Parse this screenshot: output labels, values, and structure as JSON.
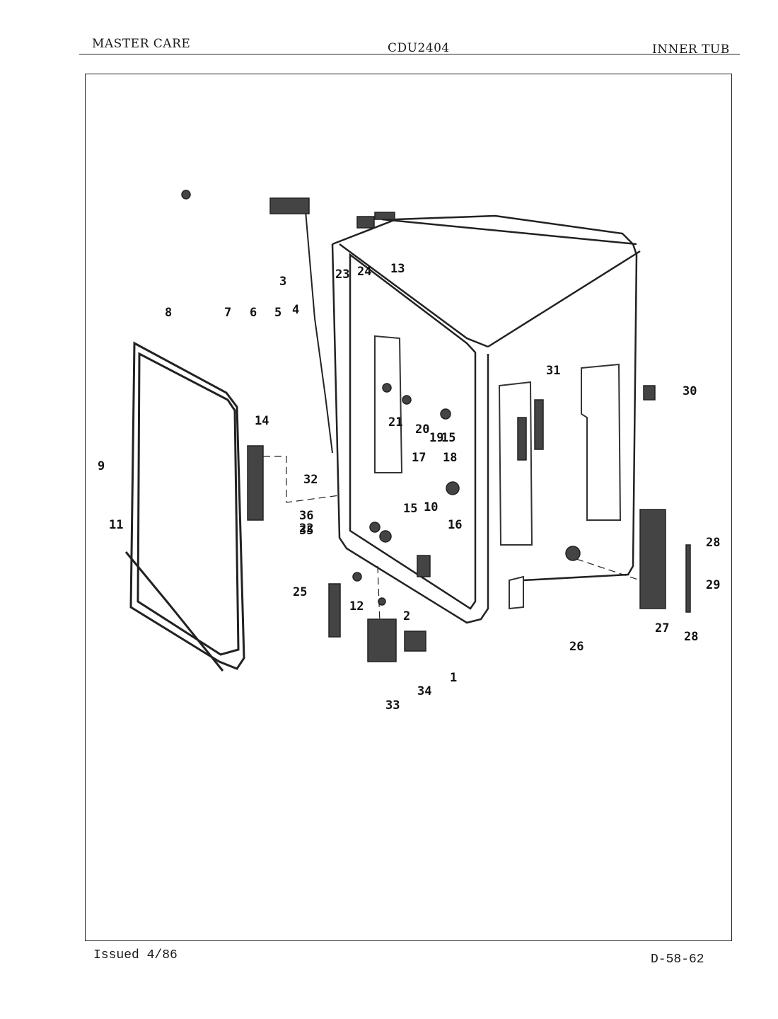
{
  "header": {
    "brand": "MASTER CARE",
    "model": "CDU2404",
    "section": "INNER TUB"
  },
  "footer": {
    "issued": "Issued 4/86",
    "code": "D-58-62"
  },
  "callouts": [
    "1",
    "2",
    "3",
    "4",
    "5",
    "6",
    "7",
    "8",
    "9",
    "10",
    "11",
    "12",
    "13",
    "14",
    "15",
    "15",
    "16",
    "17",
    "18",
    "19",
    "20",
    "21",
    "22",
    "23",
    "24",
    "25",
    "26",
    "27",
    "28",
    "28",
    "29",
    "30",
    "31",
    "32",
    "33",
    "34",
    "35",
    "36"
  ]
}
